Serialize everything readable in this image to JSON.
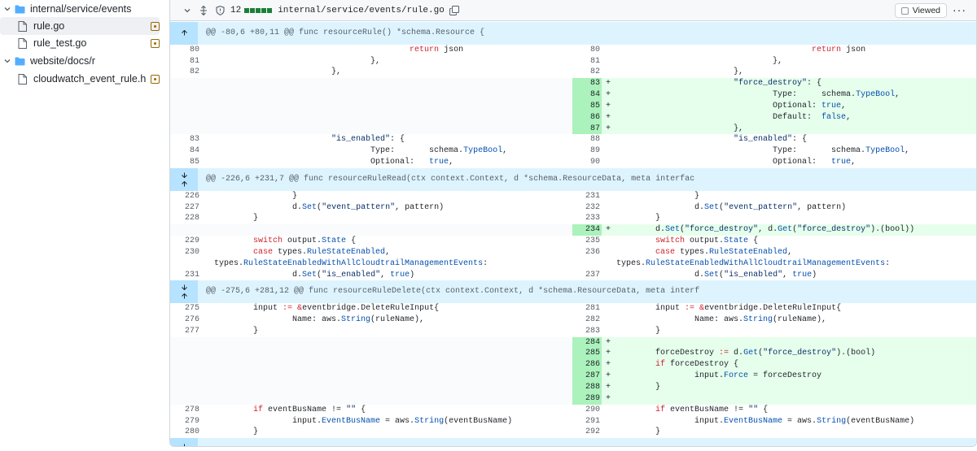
{
  "sidebar": {
    "items": [
      {
        "type": "folder",
        "label": "internal/service/events",
        "expanded": true
      },
      {
        "type": "file",
        "label": "rule.go",
        "selected": true
      },
      {
        "type": "file",
        "label": "rule_test.go"
      },
      {
        "type": "folder",
        "label": "website/docs/r",
        "expanded": true
      },
      {
        "type": "file",
        "label": "cloudwatch_event_rule.html...."
      }
    ]
  },
  "file_header": {
    "change_count": "12",
    "filename": "internal/service/events/rule.go",
    "viewed_label": "Viewed"
  },
  "hunks": [
    "@@ -80,6 +80,11 @@ func resourceRule() *schema.Resource {",
    "@@ -226,6 +231,7 @@ func resourceRuleRead(ctx context.Context, d *schema.ResourceData, meta interfac",
    "@@ -275,6 +281,12 @@ func resourceRuleDelete(ctx context.Context, d *schema.ResourceData, meta interf"
  ],
  "diff_rows": [
    {
      "k": "hunk",
      "h": 0
    },
    {
      "k": "ctx",
      "ln": "80",
      "l": "                                        return json",
      "rn": "80",
      "r": "                                        return json"
    },
    {
      "k": "ctx",
      "ln": "81",
      "l": "                                },",
      "rn": "81",
      "r": "                                },"
    },
    {
      "k": "ctx",
      "ln": "82",
      "l": "                        },",
      "rn": "82",
      "r": "                        },"
    },
    {
      "k": "add",
      "rn": "83",
      "r": "                        \"force_destroy\": {"
    },
    {
      "k": "add",
      "rn": "84",
      "r": "                                Type:     schema.TypeBool,"
    },
    {
      "k": "add",
      "rn": "85",
      "r": "                                Optional: true,"
    },
    {
      "k": "add",
      "rn": "86",
      "r": "                                Default:  false,"
    },
    {
      "k": "add",
      "rn": "87",
      "r": "                        },"
    },
    {
      "k": "ctx",
      "ln": "83",
      "l": "                        \"is_enabled\": {",
      "rn": "88",
      "r": "                        \"is_enabled\": {"
    },
    {
      "k": "ctx",
      "ln": "84",
      "l": "                                Type:       schema.TypeBool,",
      "rn": "89",
      "r": "                                Type:       schema.TypeBool,"
    },
    {
      "k": "ctx",
      "ln": "85",
      "l": "                                Optional:   true,",
      "rn": "90",
      "r": "                                Optional:   true,"
    },
    {
      "k": "hunk",
      "h": 1,
      "both": true
    },
    {
      "k": "ctx",
      "ln": "226",
      "l": "                }",
      "rn": "231",
      "r": "                }"
    },
    {
      "k": "ctx",
      "ln": "227",
      "l": "                d.Set(\"event_pattern\", pattern)",
      "rn": "232",
      "r": "                d.Set(\"event_pattern\", pattern)"
    },
    {
      "k": "ctx",
      "ln": "228",
      "l": "        }",
      "rn": "233",
      "r": "        }"
    },
    {
      "k": "add",
      "rn": "234",
      "r": "        d.Set(\"force_destroy\", d.Get(\"force_destroy\").(bool))"
    },
    {
      "k": "ctx",
      "ln": "229",
      "l": "        switch output.State {",
      "rn": "235",
      "r": "        switch output.State {"
    },
    {
      "k": "ctx",
      "ln": "230",
      "l": "        case types.RuleStateEnabled,",
      "rn": "236",
      "r": "        case types.RuleStateEnabled,"
    },
    {
      "k": "ctx",
      "l": "types.RuleStateEnabledWithAllCloudtrailManagementEvents:",
      "r": "types.RuleStateEnabledWithAllCloudtrailManagementEvents:"
    },
    {
      "k": "ctx",
      "ln": "231",
      "l": "                d.Set(\"is_enabled\", true)",
      "rn": "237",
      "r": "                d.Set(\"is_enabled\", true)"
    },
    {
      "k": "hunk",
      "h": 2,
      "both": true
    },
    {
      "k": "ctx",
      "ln": "275",
      "l": "        input := &eventbridge.DeleteRuleInput{",
      "rn": "281",
      "r": "        input := &eventbridge.DeleteRuleInput{"
    },
    {
      "k": "ctx",
      "ln": "276",
      "l": "                Name: aws.String(ruleName),",
      "rn": "282",
      "r": "                Name: aws.String(ruleName),"
    },
    {
      "k": "ctx",
      "ln": "277",
      "l": "        }",
      "rn": "283",
      "r": "        }"
    },
    {
      "k": "add",
      "rn": "284",
      "r": ""
    },
    {
      "k": "add",
      "rn": "285",
      "r": "        forceDestroy := d.Get(\"force_destroy\").(bool)"
    },
    {
      "k": "add",
      "rn": "286",
      "r": "        if forceDestroy {"
    },
    {
      "k": "add",
      "rn": "287",
      "r": "                input.Force = forceDestroy"
    },
    {
      "k": "add",
      "rn": "288",
      "r": "        }"
    },
    {
      "k": "add",
      "rn": "289",
      "r": ""
    },
    {
      "k": "ctx",
      "ln": "278",
      "l": "        if eventBusName != \"\" {",
      "rn": "290",
      "r": "        if eventBusName != \"\" {"
    },
    {
      "k": "ctx",
      "ln": "279",
      "l": "                input.EventBusName = aws.String(eventBusName)",
      "rn": "291",
      "r": "                input.EventBusName = aws.String(eventBusName)"
    },
    {
      "k": "ctx",
      "ln": "280",
      "l": "        }",
      "rn": "292",
      "r": "        }"
    },
    {
      "k": "foot"
    }
  ],
  "colors": {
    "addition": "#e6ffec",
    "addition_num": "#abf2bc",
    "hunk": "#ddf4ff",
    "expander": "#b6e3ff"
  }
}
